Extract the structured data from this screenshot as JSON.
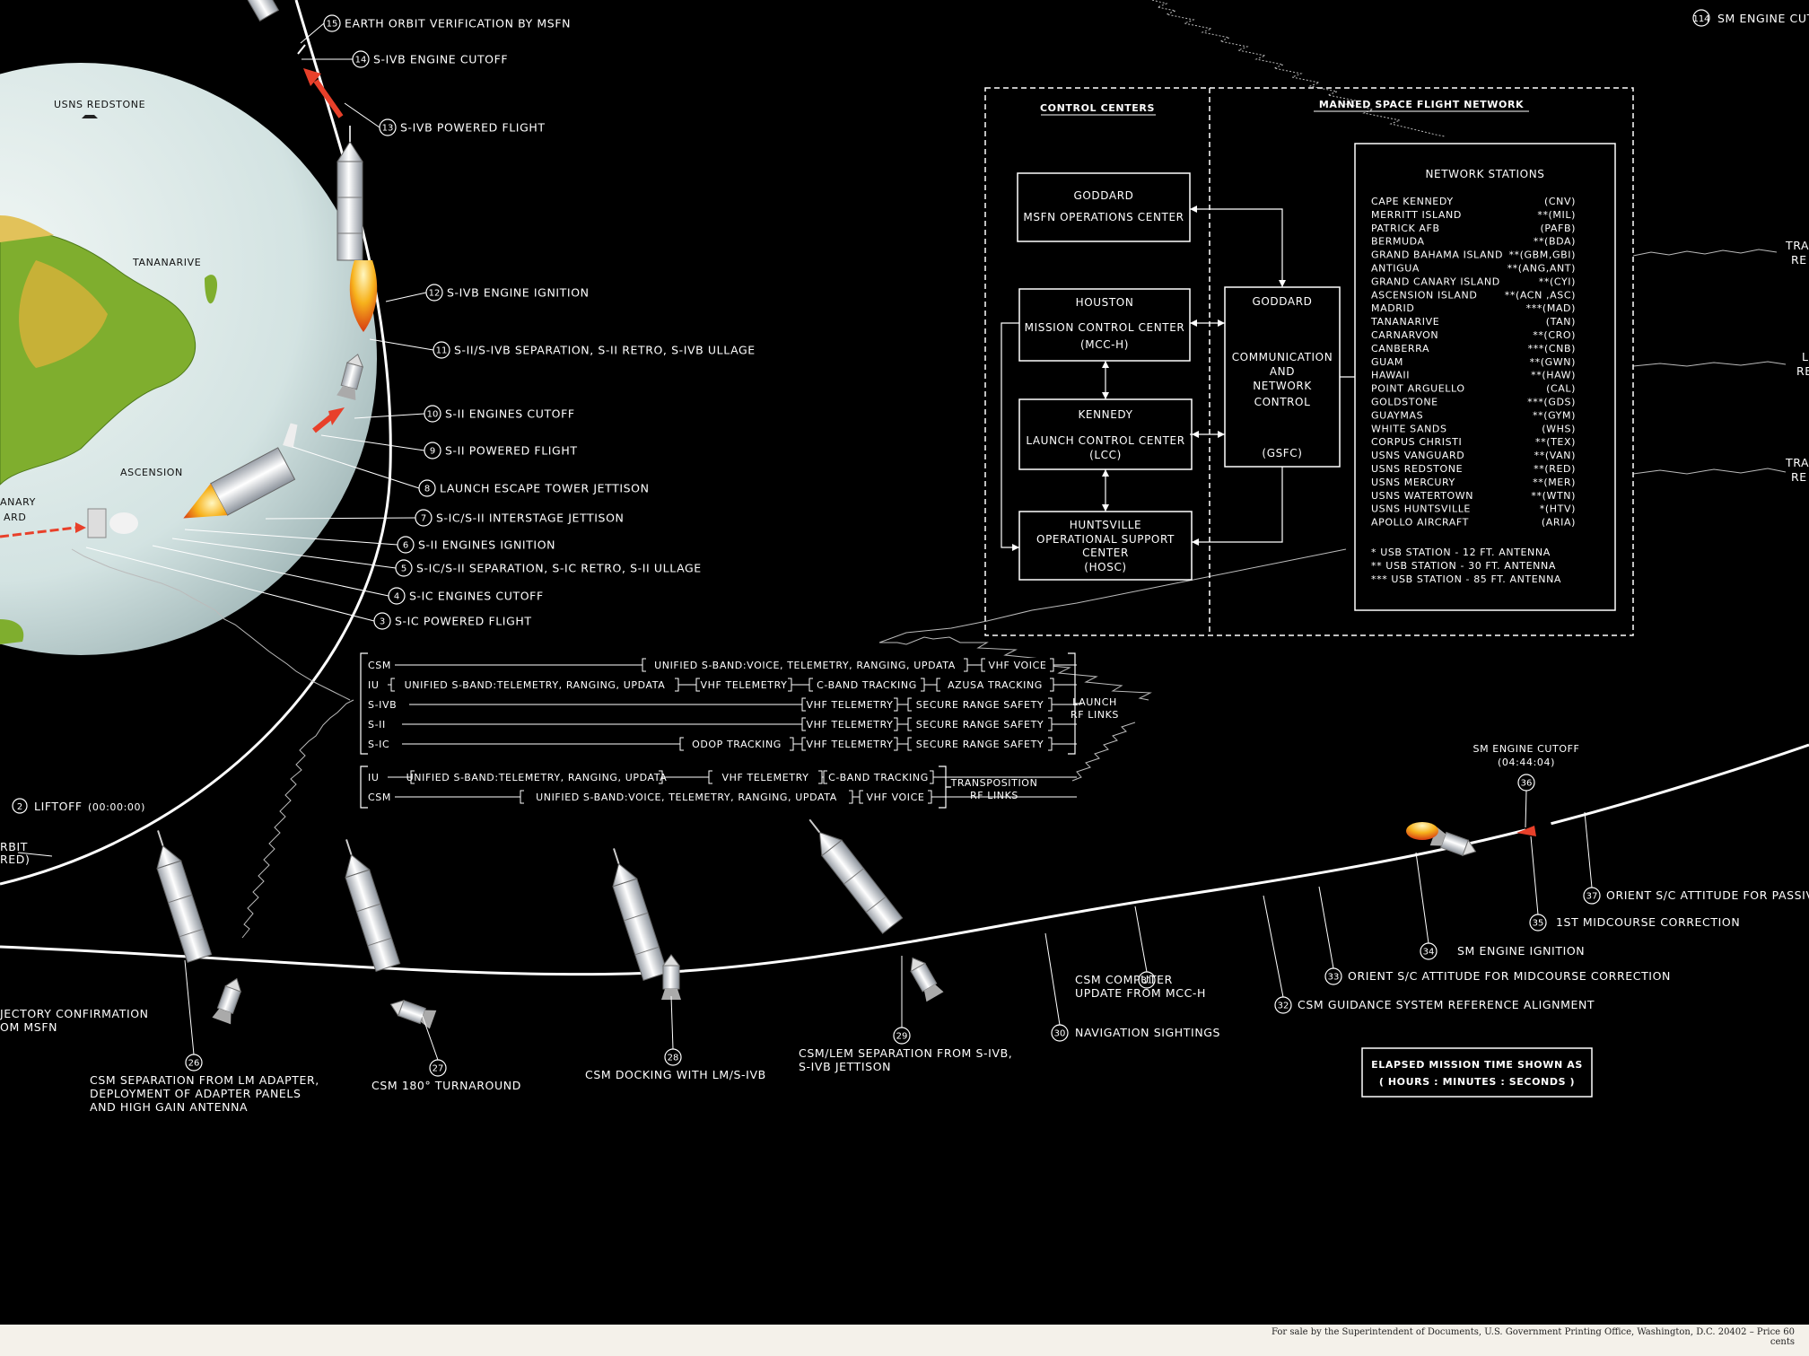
{
  "colors": {
    "background": "#000000",
    "line": "#ffffff",
    "arrow": "#e8402a",
    "ocean": "#dde9e8",
    "land": "#7fae2e",
    "desert": "#d9b23a"
  },
  "earth_labels": {
    "usns_redstone": "USNS REDSTONE",
    "tananarive": "TANANARIVE",
    "ascension": "ASCENSION",
    "canary_fragment": "ANARY",
    "ard_fragment": "ARD"
  },
  "ascent_events": [
    {
      "num": "15",
      "label": "EARTH ORBIT VERIFICATION BY MSFN"
    },
    {
      "num": "14",
      "label": "S-IVB ENGINE CUTOFF"
    },
    {
      "num": "13",
      "label": "S-IVB POWERED FLIGHT"
    },
    {
      "num": "12",
      "label": "S-IVB ENGINE IGNITION"
    },
    {
      "num": "11",
      "label": "S-II/S-IVB SEPARATION, S-II RETRO, S-IVB ULLAGE"
    },
    {
      "num": "10",
      "label": "S-II ENGINES CUTOFF"
    },
    {
      "num": "9",
      "label": "S-II POWERED FLIGHT"
    },
    {
      "num": "8",
      "label": "LAUNCH ESCAPE TOWER JETTISON"
    },
    {
      "num": "7",
      "label": "S-IC/S-II INTERSTAGE JETTISON"
    },
    {
      "num": "6",
      "label": "S-II ENGINES IGNITION"
    },
    {
      "num": "5",
      "label": "S-IC/S-II SEPARATION, S-IC RETRO, S-II ULLAGE"
    },
    {
      "num": "4",
      "label": "S-IC ENGINES CUTOFF"
    },
    {
      "num": "3",
      "label": "S-IC POWERED FLIGHT"
    }
  ],
  "liftoff": {
    "num": "2",
    "label": "LIFTOFF",
    "time": "(00:00:00)"
  },
  "top_right": {
    "num": "114",
    "label": "SM ENGINE CUT"
  },
  "left_fragments": {
    "orbit": "RBIT",
    "red": "RED)",
    "traj1": "JECTORY CONFIRMATION",
    "traj2": "OM MSFN"
  },
  "right_fragments": {
    "r1a": "TRA",
    "r1b": "RE",
    "r2a": "L",
    "r2b": "RE",
    "r3a": "TRA",
    "r3b": "RE"
  },
  "network": {
    "control_centers_title": "CONTROL CENTERS",
    "msfn_title": "MANNED SPACE FLIGHT NETWORK",
    "goddard_ops": [
      "GODDARD",
      "MSFN OPERATIONS CENTER"
    ],
    "houston": [
      "HOUSTON",
      "MISSION CONTROL CENTER",
      "(MCC-H)"
    ],
    "kennedy": [
      "KENNEDY",
      "LAUNCH CONTROL CENTER",
      "(LCC)"
    ],
    "huntsville": [
      "HUNTSVILLE",
      "OPERATIONAL SUPPORT",
      "CENTER",
      "(HOSC)"
    ],
    "goddard_comm": [
      "GODDARD",
      "COMMUNICATION",
      "AND",
      "NETWORK",
      "CONTROL",
      "(GSFC)"
    ],
    "stations_title": "NETWORK STATIONS",
    "stations": [
      {
        "name": "CAPE KENNEDY",
        "code": "(CNV)"
      },
      {
        "name": "MERRITT ISLAND",
        "code": "**(MIL)"
      },
      {
        "name": "PATRICK AFB",
        "code": "(PAFB)"
      },
      {
        "name": "BERMUDA",
        "code": "**(BDA)"
      },
      {
        "name": "GRAND BAHAMA ISLAND",
        "code": "**(GBM,GBI)"
      },
      {
        "name": "ANTIGUA",
        "code": "**(ANG,ANT)"
      },
      {
        "name": "GRAND CANARY ISLAND",
        "code": "**(CYI)"
      },
      {
        "name": "ASCENSION ISLAND",
        "code": "**(ACN ,ASC)"
      },
      {
        "name": "MADRID",
        "code": "***(MAD)"
      },
      {
        "name": "TANANARIVE",
        "code": "(TAN)"
      },
      {
        "name": "CARNARVON",
        "code": "**(CRO)"
      },
      {
        "name": "CANBERRA",
        "code": "***(CNB)"
      },
      {
        "name": "GUAM",
        "code": "**(GWN)"
      },
      {
        "name": "HAWAII",
        "code": "**(HAW)"
      },
      {
        "name": "POINT ARGUELLO",
        "code": "(CAL)"
      },
      {
        "name": "GOLDSTONE",
        "code": "***(GDS)"
      },
      {
        "name": "GUAYMAS",
        "code": "**(GYM)"
      },
      {
        "name": "WHITE SANDS",
        "code": "(WHS)"
      },
      {
        "name": "CORPUS CHRISTI",
        "code": "**(TEX)"
      },
      {
        "name": "USNS VANGUARD",
        "code": "**(VAN)"
      },
      {
        "name": "USNS REDSTONE",
        "code": "**(RED)"
      },
      {
        "name": "USNS MERCURY",
        "code": "**(MER)"
      },
      {
        "name": "USNS WATERTOWN",
        "code": "**(WTN)"
      },
      {
        "name": "USNS HUNTSVILLE",
        "code": "*(HTV)"
      },
      {
        "name": "APOLLO AIRCRAFT",
        "code": "(ARIA)"
      }
    ],
    "legend": [
      "*   USB STATION - 12 FT. ANTENNA",
      "**  USB STATION - 30 FT. ANTENNA",
      "*** USB STATION - 85 FT. ANTENNA"
    ]
  },
  "rf_links": {
    "launch_rows": [
      {
        "vehicle": "CSM",
        "links": [
          "UNIFIED S-BAND:VOICE, TELEMETRY, RANGING, UPDATA",
          "VHF VOICE"
        ]
      },
      {
        "vehicle": "IU",
        "links": [
          "UNIFIED S-BAND:TELEMETRY, RANGING, UPDATA",
          "VHF TELEMETRY",
          "C-BAND TRACKING",
          "AZUSA TRACKING"
        ]
      },
      {
        "vehicle": "S-IVB",
        "links": [
          "VHF TELEMETRY",
          "SECURE RANGE SAFETY"
        ]
      },
      {
        "vehicle": "S-II",
        "links": [
          "VHF TELEMETRY",
          "SECURE RANGE SAFETY"
        ]
      },
      {
        "vehicle": "S-IC",
        "links": [
          "ODOP TRACKING",
          "VHF TELEMETRY",
          "SECURE RANGE SAFETY"
        ]
      }
    ],
    "launch_label": [
      "LAUNCH",
      "RF LINKS"
    ],
    "trans_rows": [
      {
        "vehicle": "IU",
        "links": [
          "UNIFIED S-BAND:TELEMETRY, RANGING, UPDATA",
          "VHF TELEMETRY",
          "C-BAND TRACKING"
        ]
      },
      {
        "vehicle": "CSM",
        "links": [
          "UNIFIED S-BAND:VOICE, TELEMETRY, RANGING, UPDATA",
          "VHF VOICE"
        ]
      }
    ],
    "trans_label": [
      "TRANSPOSITION",
      "RF LINKS"
    ]
  },
  "translunar_events": [
    {
      "num": "26",
      "lines": [
        "CSM SEPARATION FROM LM ADAPTER,",
        "DEPLOYMENT OF ADAPTER PANELS",
        "AND HIGH GAIN ANTENNA"
      ]
    },
    {
      "num": "27",
      "lines": [
        "CSM 180° TURNAROUND"
      ]
    },
    {
      "num": "28",
      "lines": [
        "CSM DOCKING WITH LM/S-IVB"
      ]
    },
    {
      "num": "29",
      "lines": [
        "CSM/LEM SEPARATION FROM S-IVB,",
        "S-IVB JETTISON"
      ]
    },
    {
      "num": "30",
      "lines": [
        "NAVIGATION SIGHTINGS"
      ]
    },
    {
      "num": "31",
      "lines": [
        "CSM COMPUTER",
        "UPDATE FROM MCC-H"
      ]
    },
    {
      "num": "32",
      "lines": [
        "CSM GUIDANCE SYSTEM REFERENCE ALIGNMENT"
      ]
    },
    {
      "num": "33",
      "lines": [
        "ORIENT S/C ATTITUDE FOR MIDCOURSE CORRECTION"
      ]
    },
    {
      "num": "34",
      "lines": [
        "SM ENGINE IGNITION"
      ]
    },
    {
      "num": "35",
      "lines": [
        "1ST MIDCOURSE CORRECTION"
      ]
    },
    {
      "num": "36",
      "lines": [
        "SM ENGINE CUTOFF",
        "(04:44:04)"
      ]
    },
    {
      "num": "37",
      "lines": [
        "ORIENT S/C ATTITUDE FOR PASSIVE"
      ]
    }
  ],
  "elapsed_note": [
    "ELAPSED MISSION TIME SHOWN AS",
    "( HOURS : MINUTES : SECONDS )"
  ],
  "footer": "For sale by the Superintendent of Documents, U.S. Government Printing Office, Washington, D.C. 20402 – Price 60 cents"
}
